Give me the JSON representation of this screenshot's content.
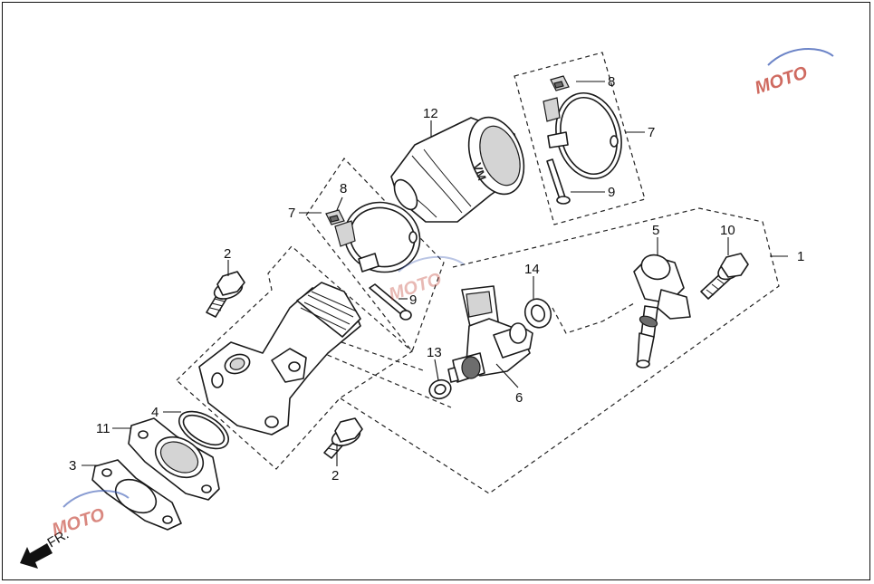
{
  "callouts": [
    {
      "id": "c1",
      "label": "1"
    },
    {
      "id": "c2a",
      "label": "2"
    },
    {
      "id": "c2b",
      "label": "2"
    },
    {
      "id": "c3",
      "label": "3"
    },
    {
      "id": "c4",
      "label": "4"
    },
    {
      "id": "c5",
      "label": "5"
    },
    {
      "id": "c6",
      "label": "6"
    },
    {
      "id": "c7a",
      "label": "7"
    },
    {
      "id": "c7b",
      "label": "7"
    },
    {
      "id": "c8a",
      "label": "8"
    },
    {
      "id": "c8b",
      "label": "8"
    },
    {
      "id": "c9a",
      "label": "9"
    },
    {
      "id": "c9b",
      "label": "9"
    },
    {
      "id": "c10",
      "label": "10"
    },
    {
      "id": "c11",
      "label": "11"
    },
    {
      "id": "c12",
      "label": "12"
    },
    {
      "id": "c13",
      "label": "13"
    },
    {
      "id": "c14",
      "label": "14"
    }
  ],
  "direction_label": "FR.",
  "watermark": {
    "text": "MOTO",
    "color": "#c0392b",
    "accent": "#3b5bb5"
  },
  "colors": {
    "line": "#1a1a1a",
    "shade": "#d4d4d4",
    "background": "#ffffff"
  }
}
